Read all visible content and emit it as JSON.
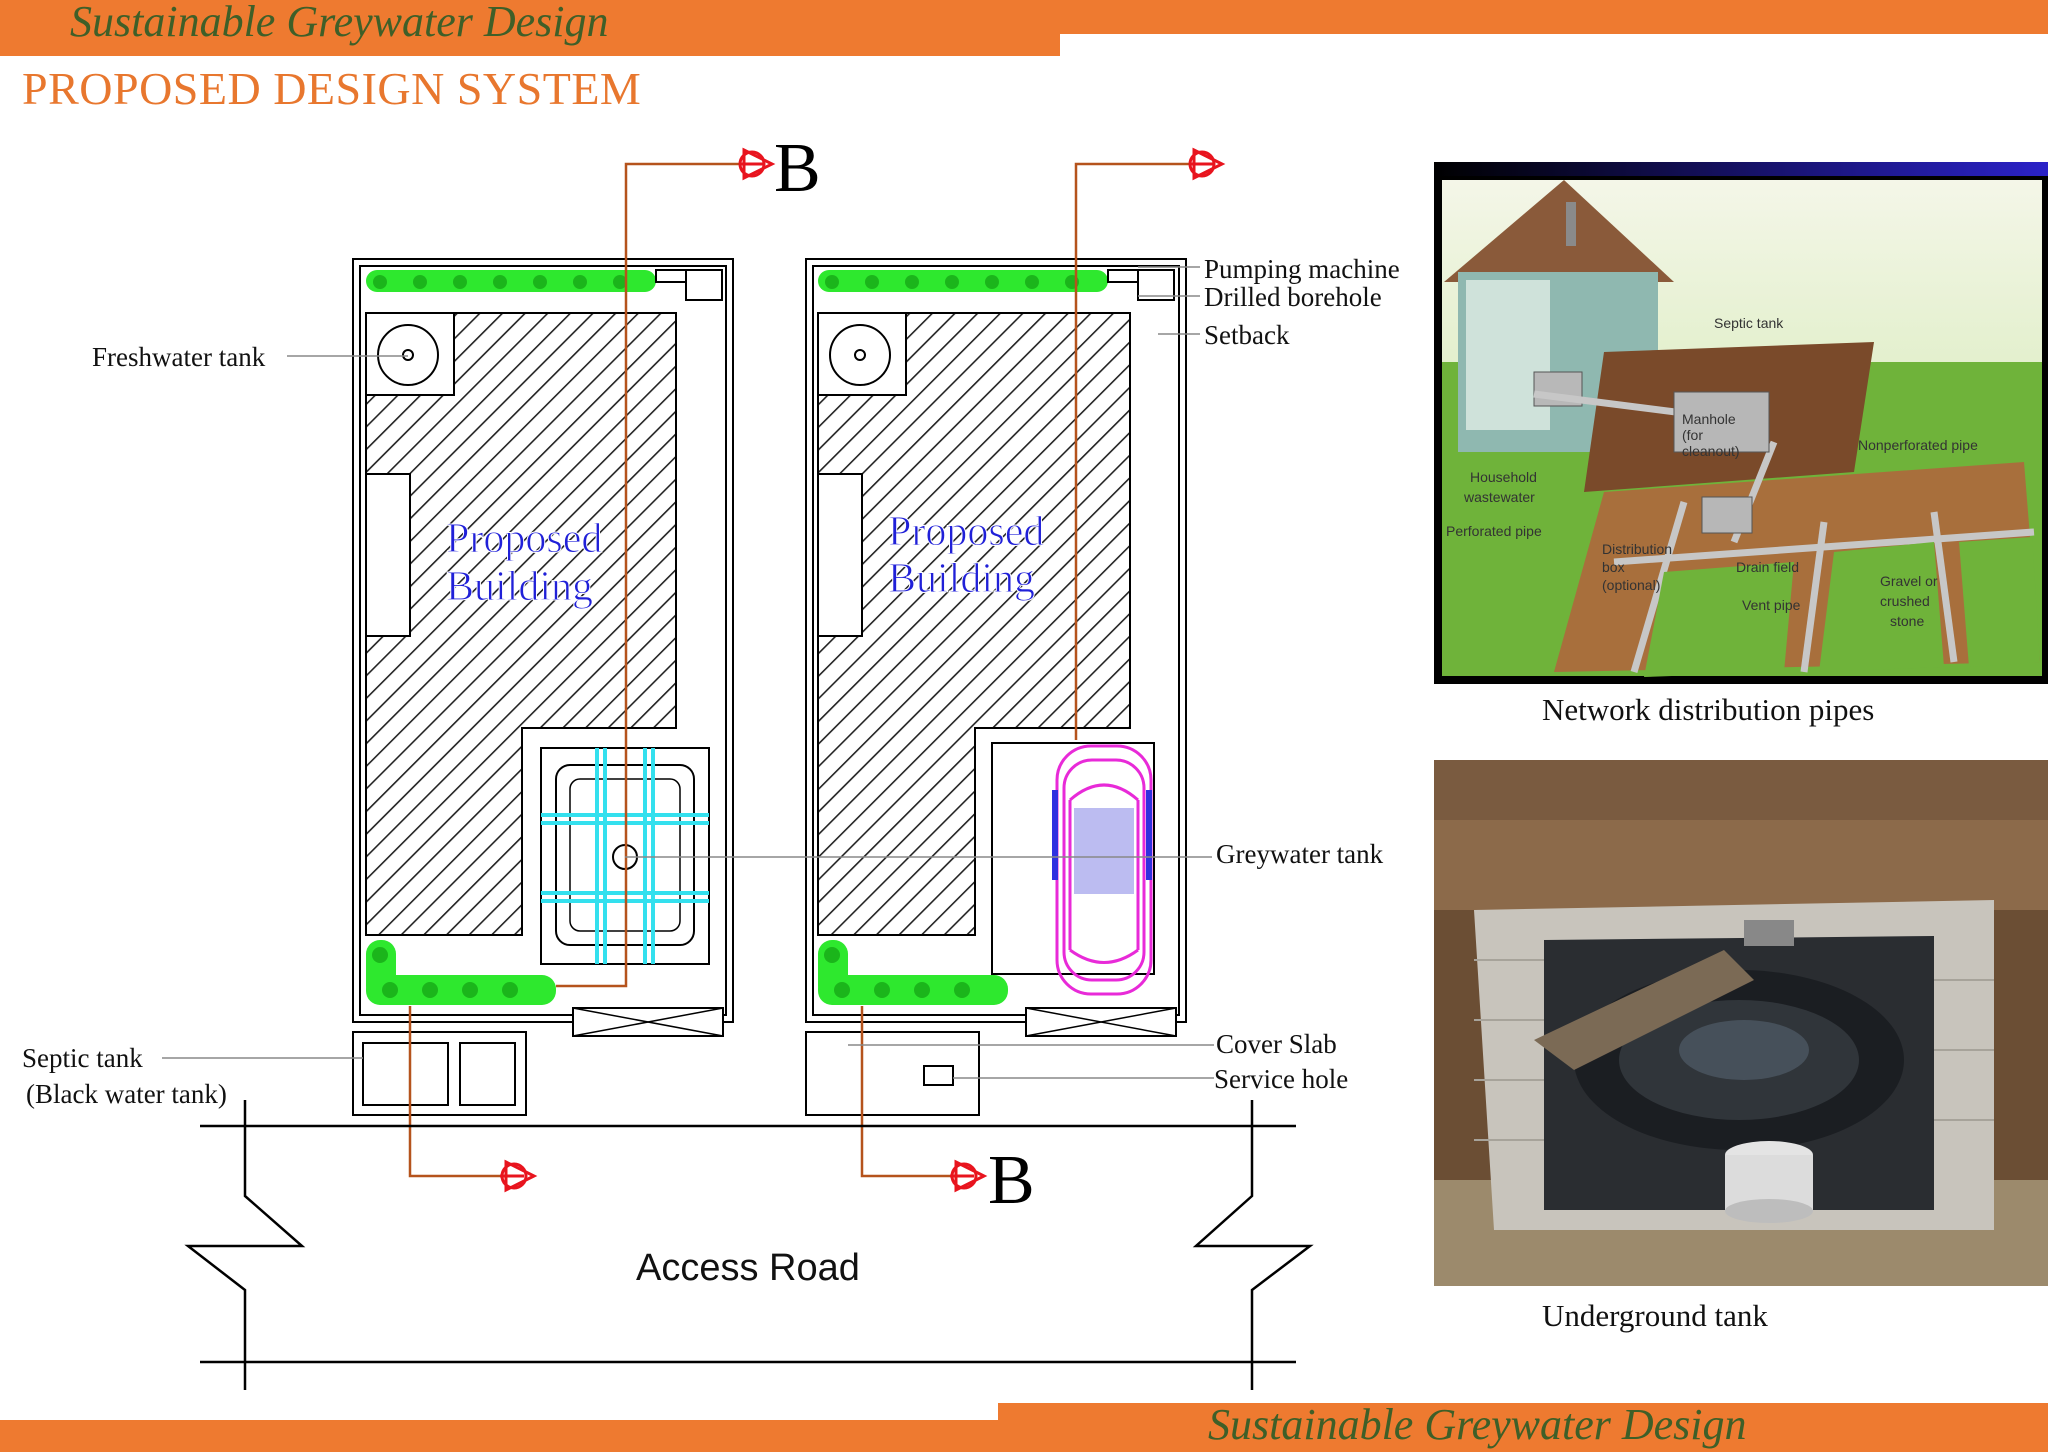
{
  "header": {
    "title": "Sustainable Greywater Design",
    "subtitle": "PROPOSED DESIGN SYSTEM"
  },
  "footer": {
    "title": "Sustainable Greywater Design"
  },
  "plan": {
    "building_label_line1": "Proposed",
    "building_label_line2": "Building",
    "section_marker": "B",
    "road_label": "Access Road",
    "labels": {
      "freshwater_tank": "Freshwater tank",
      "pumping_machine": "Pumping machine",
      "drilled_borehole": "Drilled borehole",
      "setback": "Setback",
      "greywater_tank": "Greywater tank",
      "septic_tank_line1": "Septic tank",
      "septic_tank_line2": "(Black water tank)",
      "cover_slab": "Cover Slab",
      "service_hole": "Service hole"
    },
    "colors": {
      "hatch": "#222222",
      "pipe": "#b5531c",
      "marker": "#e8141e",
      "grass": "#2ee82e",
      "building_text": "#2020d8",
      "tank_grid": "#33e0ee",
      "car": "#e82ad8"
    }
  },
  "photo1": {
    "caption": "Network distribution pipes",
    "labels": {
      "septic_tank": "Septic tank",
      "manhole_1": "Manhole",
      "manhole_2": "(for",
      "manhole_3": "cleanout)",
      "nonperforated": "Nonperforated pipe",
      "household_1": "Household",
      "household_2": "wastewater",
      "perforated": "Perforated pipe",
      "distribution_1": "Distribution",
      "distribution_2": "box",
      "distribution_3": "(optional)",
      "drain_field": "Drain field",
      "vent_pipe": "Vent pipe",
      "gravel_1": "Gravel or",
      "gravel_2": "crushed",
      "gravel_3": "stone"
    }
  },
  "photo2": {
    "caption": "Underground tank"
  }
}
